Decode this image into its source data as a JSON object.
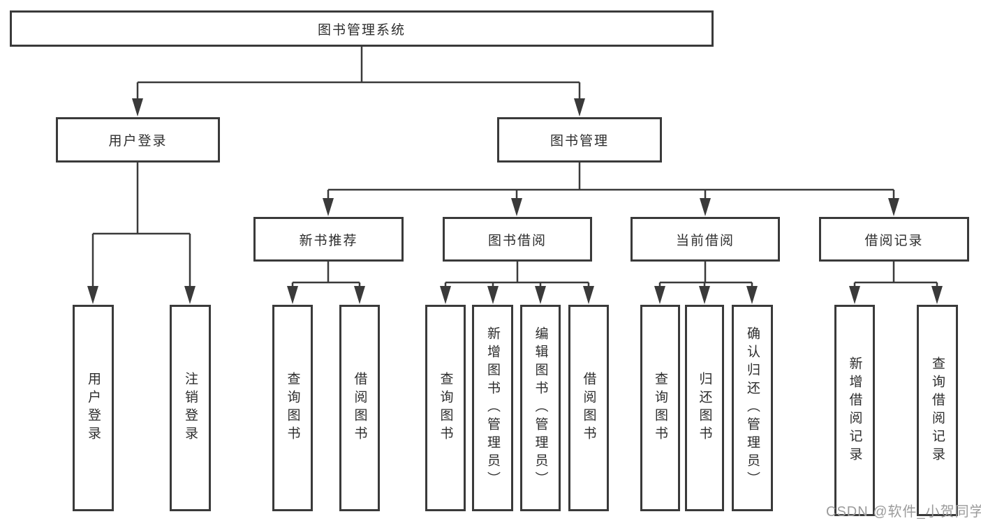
{
  "diagram": {
    "title": "图书管理系统",
    "root": {
      "label": "图书管理系统"
    },
    "level2": [
      {
        "id": "user-login",
        "label": "用户登录"
      },
      {
        "id": "book-management",
        "label": "图书管理"
      }
    ],
    "level3": [
      {
        "id": "new-book-recommend",
        "label": "新书推荐",
        "parent": "图书管理"
      },
      {
        "id": "book-borrow",
        "label": "图书借阅",
        "parent": "图书管理"
      },
      {
        "id": "current-borrow",
        "label": "当前借阅",
        "parent": "图书管理"
      },
      {
        "id": "borrow-record",
        "label": "借阅记录",
        "parent": "图书管理"
      }
    ],
    "leaves": [
      {
        "label": "用户登录",
        "parent": "用户登录"
      },
      {
        "label": "注销登录",
        "parent": "用户登录"
      },
      {
        "label": "查询图书",
        "parent": "新书推荐"
      },
      {
        "label": "借阅图书",
        "parent": "新书推荐"
      },
      {
        "label": "查询图书",
        "parent": "图书借阅"
      },
      {
        "label": "新增图书（管理员）",
        "parent": "图书借阅"
      },
      {
        "label": "编辑图书（管理员）",
        "parent": "图书借阅"
      },
      {
        "label": "借阅图书",
        "parent": "图书借阅"
      },
      {
        "label": "查询图书",
        "parent": "当前借阅"
      },
      {
        "label": "归还图书",
        "parent": "当前借阅"
      },
      {
        "label": "确认归还（管理员）",
        "parent": "当前借阅"
      },
      {
        "label": "新增借阅记录",
        "parent": "借阅记录"
      },
      {
        "label": "查询借阅记录",
        "parent": "借阅记录"
      }
    ],
    "watermark": "CSDN @软件_小贺同学",
    "colors": {
      "line": "#3a3a3a",
      "text": "#2d2d2d",
      "watermark": "#9b9b9b",
      "background": "#ffffff"
    }
  }
}
